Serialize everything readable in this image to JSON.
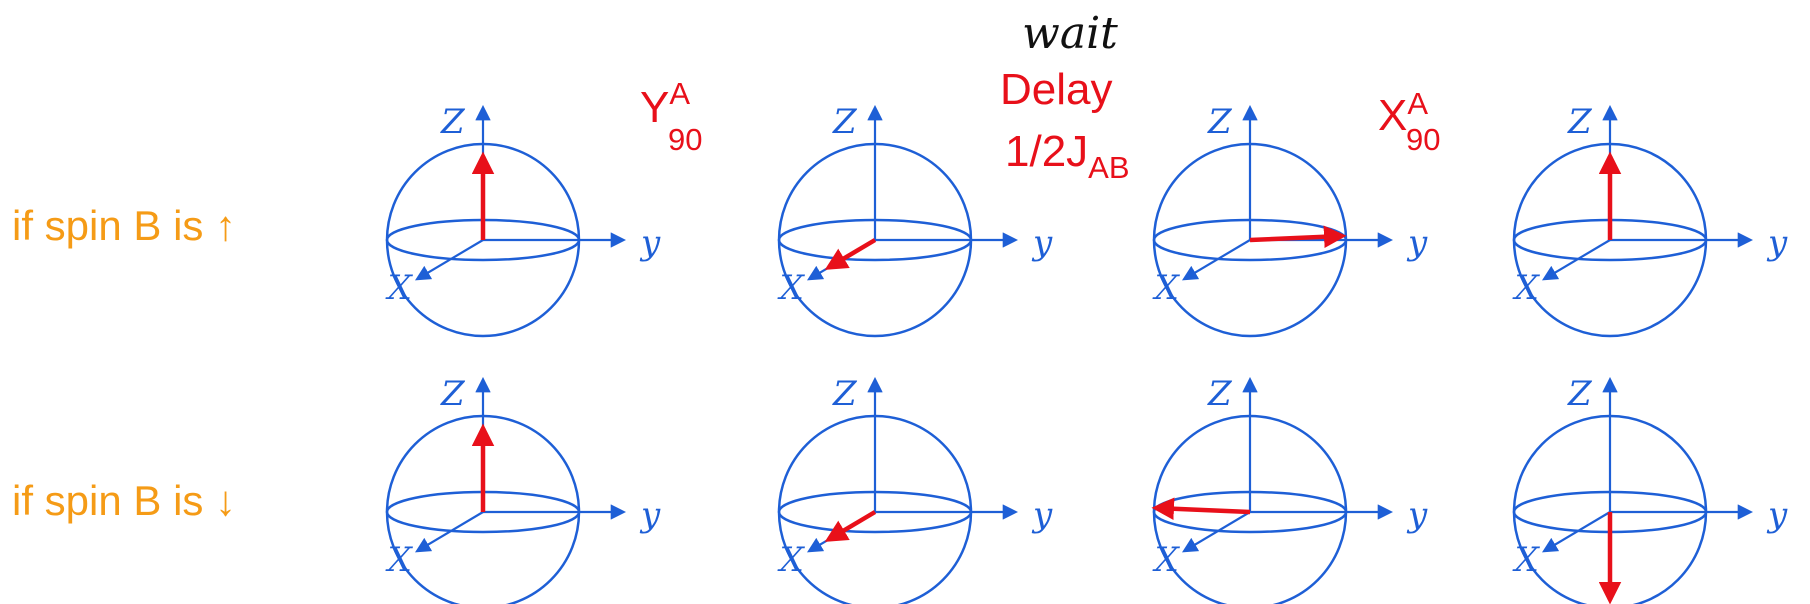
{
  "annotations": {
    "wait": "wait",
    "ops": [
      {
        "main": "Y",
        "sup": "A",
        "sub": "90"
      },
      {
        "main": "Delay",
        "line2": "1/2J",
        "sub": "AB"
      },
      {
        "main": "X",
        "sup": "A",
        "sub": "90"
      }
    ]
  },
  "rows": [
    {
      "label": "if spin B is ↑",
      "states": [
        "+z",
        "+x",
        "+y",
        "+z"
      ]
    },
    {
      "label": "if spin B is ↓",
      "states": [
        "+z",
        "+x",
        "-y",
        "-z"
      ]
    }
  ],
  "axes": {
    "z": "Z",
    "y": "y",
    "x": "X"
  },
  "colors": {
    "sphere": "#1e5fd6",
    "vector": "#e8101a",
    "row_label": "#f59b16",
    "op_label": "#e8101a"
  }
}
